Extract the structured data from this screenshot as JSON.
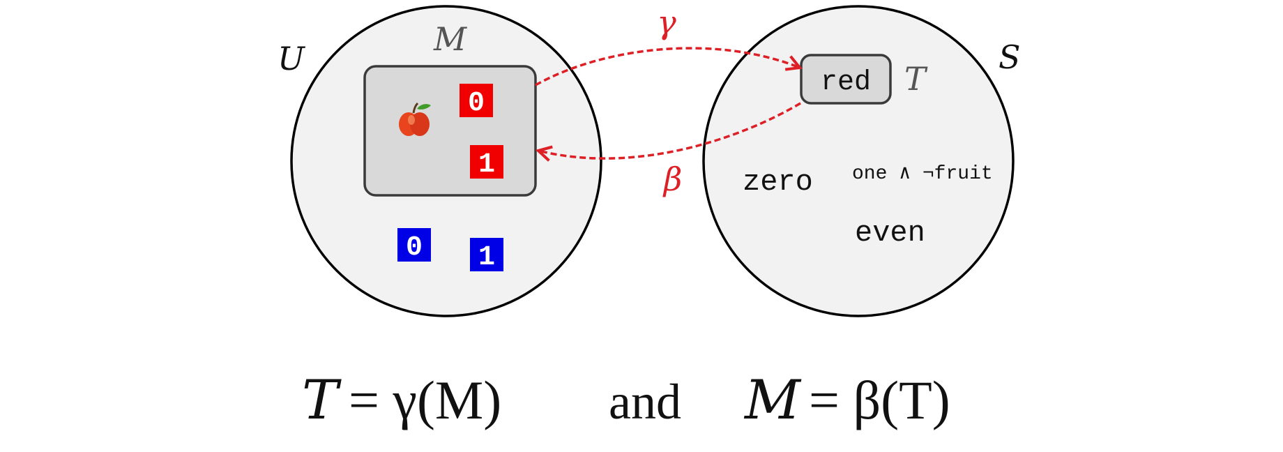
{
  "diagram": {
    "left_set": {
      "label": "U",
      "subset_label": "M"
    },
    "right_set": {
      "label": "S",
      "subset_label": "T",
      "subset_item": "red"
    },
    "right_items": [
      "zero",
      "one ∧ ¬fruit",
      "even"
    ],
    "arrows": {
      "forward_label": "γ",
      "backward_label": "β"
    },
    "left_items": {
      "apple": "apple-icon",
      "red_zero": "0",
      "red_one": "1",
      "blue_zero": "0",
      "blue_one": "1"
    },
    "colors": {
      "set_fill": "#f2f2f2",
      "subset_fill": "#d9d9d9",
      "arrow": "#dd1f26",
      "red_tile": "#f00000",
      "blue_tile": "#0000e6"
    }
  },
  "caption": {
    "left_T": "T",
    "left_rhs": "= γ(M)",
    "connector": "and",
    "right_M": "M",
    "right_rhs": "= β(T)"
  }
}
